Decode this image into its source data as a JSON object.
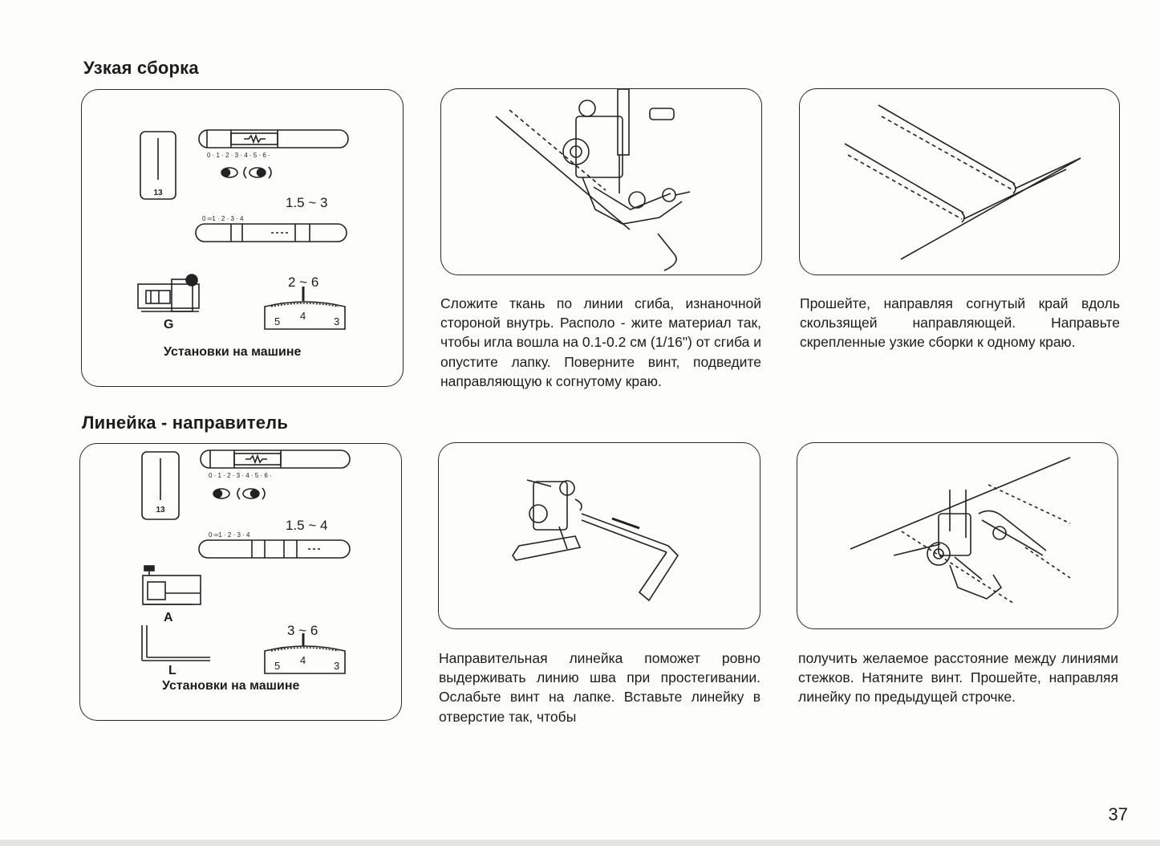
{
  "section1": {
    "title": "Узкая сборка",
    "pattern_number": "13",
    "width_scale": "0 · 1 · 2 · 3 · 4 · 5 · 6 ·",
    "length_scale": "0 ═1 · 2 · 3 · 4",
    "length_range": "1.5 ~ 3",
    "tension_range": "2 ~ 6",
    "tension_value": "4",
    "tension_low": "5",
    "tension_high": "3",
    "foot_label": "G",
    "caption": "Установки на машине"
  },
  "section2": {
    "title": "Линейка - направитель",
    "pattern_number": "13",
    "width_scale": "0 · 1 · 2 · 3 · 4 · 5 · 6 ·",
    "length_scale": "0 ═1 · 2 · 3 · 4",
    "length_range": "1.5 ~ 4",
    "tension_range": "3 ~ 6",
    "tension_value": "4",
    "tension_low": "5",
    "tension_high": "3",
    "foot_label": "A",
    "guide_label": "L",
    "caption": "Установки на машине"
  },
  "texts": {
    "step1": "Сложите ткань по линии сгиба, изнаночной стороной внутрь. Располо - жите материал так, чтобы игла вошла на 0.1-0.2 см (1/16\") от сгиба и опустите лапку. Поверните винт, подведите направляющую к согнутому краю.",
    "step2": "Прошейте, направляя согнутый край вдоль скользящей направляющей. Направьте скрепленные узкие сборки к одному краю.",
    "step3": "Направительная линейка поможет ровно выдерживать линию шва при простегивании. Ослабьте винт на лапке. Вставьте линейку в отверстие так, чтобы",
    "step4": "получить желаемое расстояние между линиями стежков. Натяните винт. Прошейте, направляя линейку по предыдущей строчке."
  },
  "page_number": "37",
  "colors": {
    "ink": "#1c1c1c",
    "paper": "#fdfdfb"
  }
}
